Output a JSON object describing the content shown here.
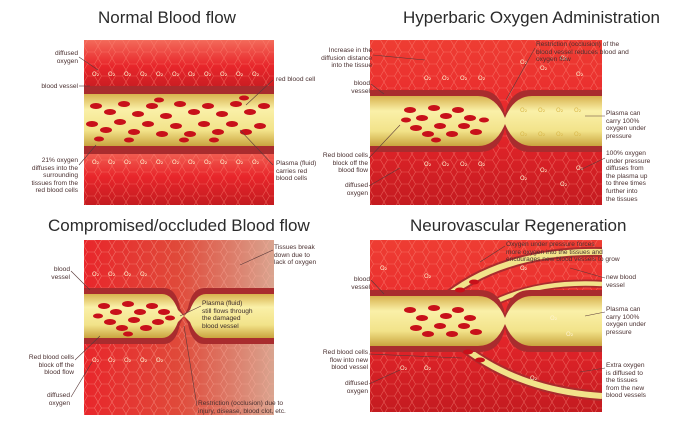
{
  "panels": {
    "normal": {
      "title": "Normal Blood flow",
      "labels": {
        "diffused_oxygen": "diffused\noxygen",
        "blood_vessel": "blood vessel",
        "red_blood_cell": "red blood cell",
        "oxygen_note": "21% oxygen\ndiffuses into the\nsurrounding\ntissues from the\nred blood cells",
        "plasma": "Plasma (fluid)\ncarries red\nblood cells"
      }
    },
    "hyperbaric": {
      "title": "Hyperbaric Oxygen Administration",
      "labels": {
        "increase": "Increase in the\ndiffusion distance\ninto the tissue",
        "restriction": "Restriction (occlusion) of the\nblood vessel reduces blood and\noxygen flow",
        "blood_vessel": "blood\nvessel",
        "plasma": "Plasma can\ncarry 100%\noxygen under\npressure",
        "rbc_block": "Red blood cells\nblock off the\nblood flow",
        "diffused_oxygen": "diffused\noxygen",
        "oxygen_note": "100% oxygen\nunder pressure\ndiffuses from\nthe plasma up\nto three times\nfurther into\nthe tissues"
      }
    },
    "compromised": {
      "title": "Compromised/occluded  Blood flow",
      "labels": {
        "tissues": "Tissues break\ndown due to\nlack of oxygen",
        "blood_vessel": "blood\nvessel",
        "plasma": "Plasma (fluid)\nstill flows through\nthe damaged\nblood vessel",
        "rbc_block": "Red blood cells\nblock off the\nblood flow",
        "diffused_oxygen": "diffused\noxygen",
        "restriction": "Restriction (occlusion) due to\ninjury, disease, blood clot, etc."
      }
    },
    "neuro": {
      "title": "Neurovascular Regeneration",
      "labels": {
        "oxygen_pressure": "Oxygen under pressure forces\nmore oxygen into the tissues and\nencourages new blood vessels to grow",
        "blood_vessel": "blood\nvessel",
        "new_vessel": "new blood\nvessel",
        "plasma": "Plasma can\ncarry 100%\noxygen under\npressure",
        "rbc_flow": "Red blood cells\nflow into new\nblood vessel",
        "diffused_oxygen": "diffused\noxygen",
        "extra_oxygen": "Extra oxygen\nis diffused to\nthe tissues\nfrom the new\nblood vessels"
      }
    }
  },
  "oxygen_symbol": "O₂",
  "colors": {
    "tissue_red": "#e8262b",
    "tissue_dark": "#b8141a",
    "vessel_yellow": "#f2e38a",
    "vessel_edge": "#c9a94a",
    "cell_red": "#c8101a",
    "damaged_tissue": "#d9a48f"
  }
}
